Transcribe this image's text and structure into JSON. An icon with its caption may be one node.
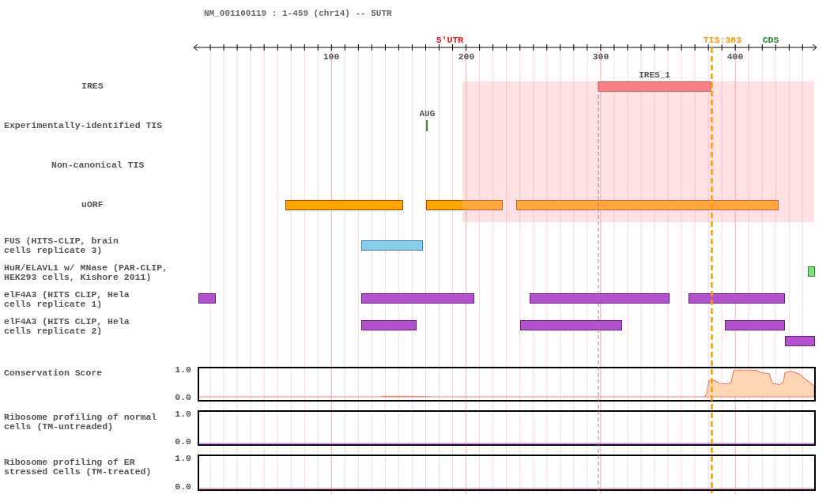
{
  "diagram": {
    "title": "NM_001100119 : 1-459 (chr14) -- 5UTR",
    "nodes": [
      {
        "text": [
          "IRES_1"
        ]
      },
      {
        "text": [
          "AUG"
        ]
      },
      {
        "text": [],
        "shape": "bar"
      },
      {
        "text": [],
        "shape": "bar"
      },
      {
        "text": [],
        "shape": "bar"
      },
      {
        "text": [],
        "shape": "bar"
      },
      {
        "text": [],
        "shape": "bar"
      },
      {
        "text": [],
        "shape": "bar"
      },
      {
        "text": [],
        "shape": "bar"
      },
      {
        "text": [],
        "shape": "bar"
      },
      {
        "text": [],
        "shape": "bar"
      },
      {
        "text": [],
        "shape": "bar"
      },
      {
        "text": [],
        "shape": "bar"
      },
      {
        "text": [],
        "shape": "bar"
      },
      {
        "text": [],
        "shape": "bar"
      }
    ],
    "edges": [],
    "labels": [
      "5'UTR",
      "TIS:383",
      "CDS",
      "100",
      "200",
      "300",
      "400",
      "IRES",
      "Experimentally-identified TIS",
      "Non-canonical TIS",
      "uORF",
      "FUS (HITS-CLIP, brain cells replicate 3)",
      "HuR/ELAVL1 w/ MNase (PAR-CLIP, HEK293 cells, Kishore 2011)",
      "elF4A3 (HITS CLIP, Hela cells replicate 1)",
      "elF4A3 (HITS CLIP, Hela cells replicate 2)",
      "Conservation Score",
      "1.0",
      "0.0",
      "Ribosome profiling of normal cells (TM-untreaded)",
      "1.0",
      "0.0",
      "Ribosome profiling of ER stressed Cells (TM-treated)",
      "1.0",
      "0.0"
    ]
  }
}
